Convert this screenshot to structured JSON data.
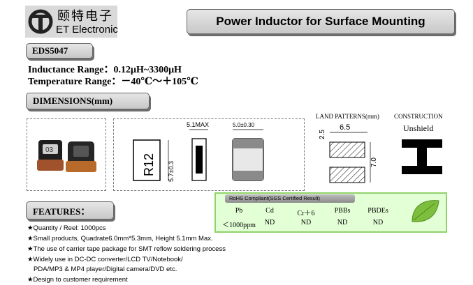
{
  "logo": {
    "cn": "颐特电子",
    "en": "ET Electronic"
  },
  "title": "Power Inductor for Surface Mounting",
  "model": "EDS5047",
  "specs": {
    "inductance": "Inductance Range：0.12μH~3300μH",
    "temperature": "Temperature Range：－40℃～＋105℃"
  },
  "dimensions": {
    "heading": "DIMENSIONS(mm)",
    "marking": "03",
    "part_label": "R12",
    "side_dim": "5.7±0.3",
    "height_dim": "5.1MAX",
    "width_dim": "5.0±0.30"
  },
  "land": {
    "label": "LAND PATTERNS(mm)",
    "w": "6.5",
    "gap": "2.5",
    "h": "7.0"
  },
  "construction": {
    "label": "CONSTRUCTION",
    "type": "Unshield"
  },
  "rohs": {
    "heading": "RoHS Compliant(SGS Certified Result)",
    "cols": [
      "Pb",
      "Cd",
      "Cr＋6",
      "PBBs",
      "PBDEs"
    ],
    "vals": [
      "＜1000ppm",
      "ND",
      "ND",
      "ND",
      "ND"
    ],
    "leaf_color": "#7dbf3c"
  },
  "features": {
    "heading": "FEATURES：",
    "items": [
      "★Quantity / Reel: 1000pcs",
      "★Small products, Quadrate6.0mm*5.3mm, Height 5.1mm Max.",
      "★The use of carrier tape package for SMT reflow soldering process",
      "★Widely use in DC-DC converter/LCD TV/Notebook/",
      "PDA/MP3 & MP4 player/Digital camera/DVD etc.",
      "★Design to customer requirement"
    ]
  }
}
